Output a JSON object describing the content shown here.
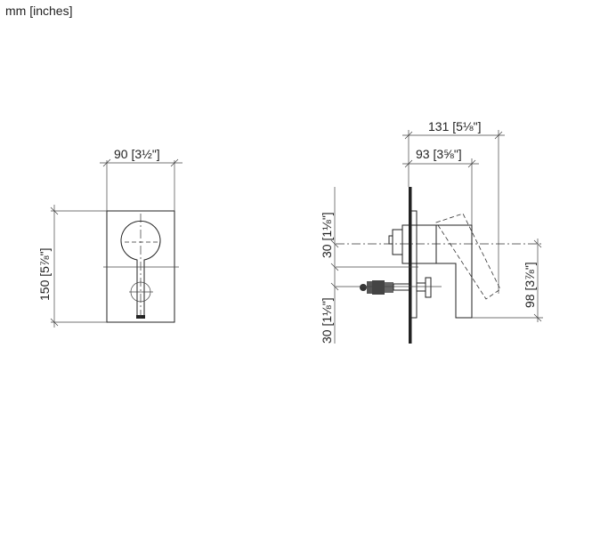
{
  "units_label": "mm [inches]",
  "front_view": {
    "width_dim": "90 [3½\"]",
    "height_dim": "150 [5⅞\"]"
  },
  "side_view": {
    "depth_total_dim": "131 [5⅛\"]",
    "depth_body_dim": "93 [3⅝\"]",
    "upper_offset_dim": "30 [1⅛\"]",
    "lower_offset_dim": "30 [1⅛\"]",
    "handle_drop_dim": "98 [3⅞\"]"
  }
}
